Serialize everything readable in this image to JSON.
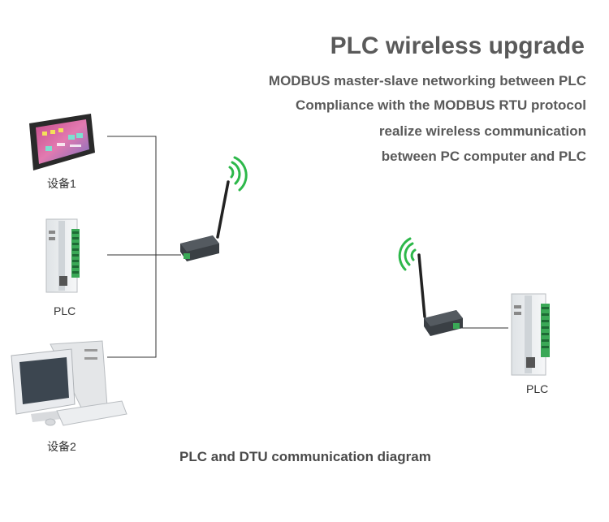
{
  "header": {
    "title": "PLC wireless upgrade",
    "lines": [
      "MODBUS master-slave networking between PLC",
      "Compliance with the MODBUS RTU protocol",
      "realize wireless communication",
      "between PC  computer and PLC"
    ]
  },
  "devices": {
    "device1_label": "设备1",
    "plc_left_label": "PLC",
    "device2_label": "设备2",
    "plc_right_label": "PLC"
  },
  "caption": "PLC and DTU communication diagram",
  "colors": {
    "signal": "#2db84a",
    "line": "#333333",
    "plc_terminal": "#3aa856",
    "dtu_body": "#3a3f44"
  }
}
